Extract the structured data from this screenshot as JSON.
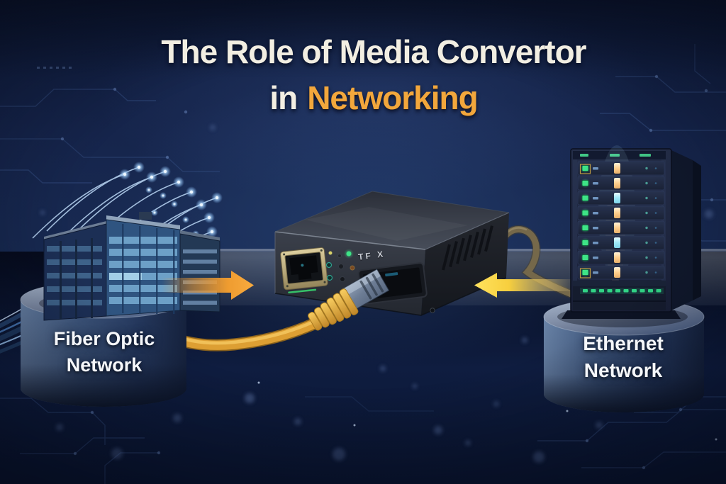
{
  "title": {
    "line1": "The Role of Media Convertor",
    "line2_prefix": "in",
    "line2_highlight": "Networking"
  },
  "left_node": {
    "line1": "Fiber Optic",
    "line2": "Network"
  },
  "right_node": {
    "line1": "Ethernet",
    "line2": "Network"
  },
  "converter": {
    "panel_label": "TF X"
  },
  "colors": {
    "accent_orange": "#f2a73c",
    "arrow_orange": "#f49d33",
    "arrow_yellow": "#f8d544",
    "led_green": "#3ee487",
    "title_white": "#f2eee2",
    "background_navy": "#15234a"
  }
}
